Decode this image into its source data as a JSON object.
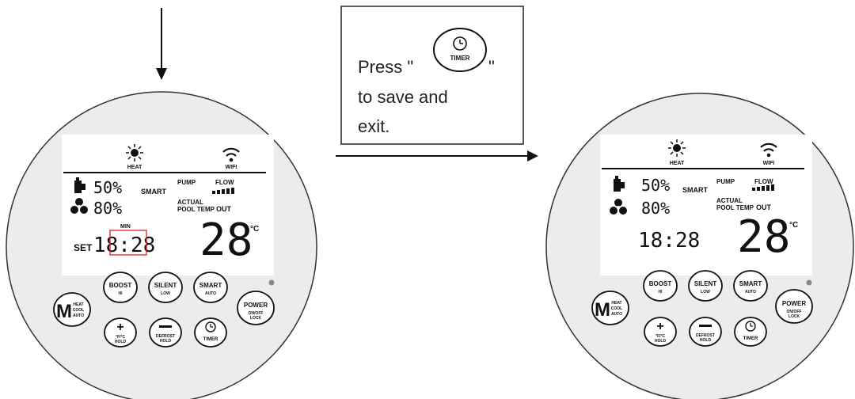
{
  "instruction": {
    "prefix": "Press \"",
    "suffix": "\"",
    "line2": "to save and",
    "line3": "exit."
  },
  "timer_icon_label": "TIMER",
  "panel": {
    "status": {
      "heat": "HEAT",
      "wifi": "WIFI"
    },
    "smart": "SMART",
    "pump": "PUMP",
    "flow": "FLOW",
    "fan_pct": "50%",
    "fan2_pct": "80%",
    "actual": "ACTUAL",
    "pool_temp": "POOL TEMP",
    "out": "OUT",
    "temperature": "28",
    "unit": "°C",
    "min": "MIN",
    "set": "SET",
    "time": "18:28",
    "buttons": {
      "mode_big": "M",
      "mode_sub": [
        "HEAT",
        "COOL",
        "AUTO"
      ],
      "boost": "BOOST",
      "boost_sub": "HI",
      "silent": "SILENT",
      "silent_sub": "LOW",
      "smart": "SMART",
      "smart_sub": "AUTO",
      "power": "POWER",
      "power_sub": "ON/OFF",
      "power_sub2": "LOCK",
      "plus_sub": "°F/°C",
      "plus_sub2": "HOLD",
      "defrost": "DEFROST",
      "defrost_sub": "HOLD",
      "timer": "TIMER"
    }
  }
}
